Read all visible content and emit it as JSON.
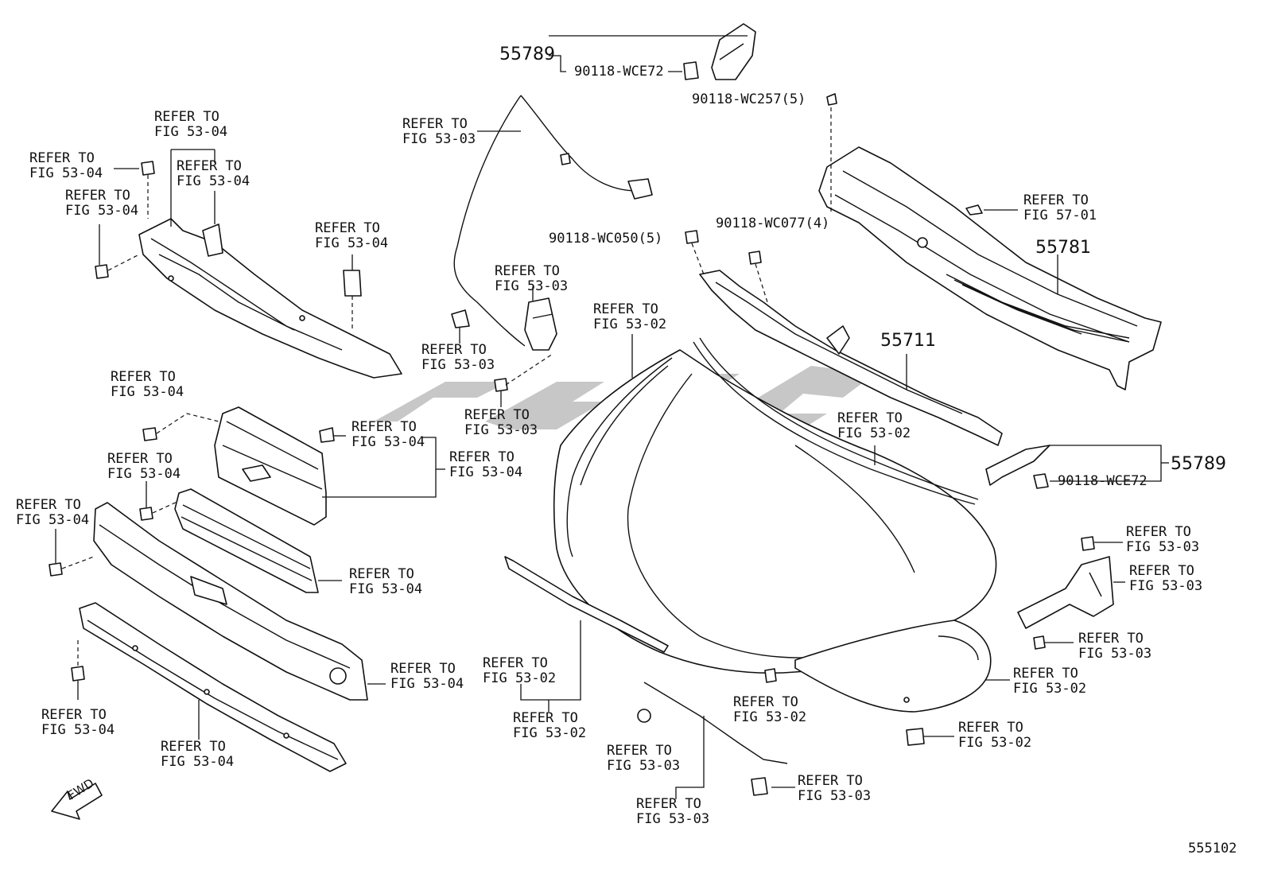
{
  "diagram_id": "555102",
  "fwd_label": "FWD",
  "parts": {
    "p55789_top": "55789",
    "p55789_right": "55789",
    "p55781": "55781",
    "p55711": "55711",
    "clip_wce72_top": "90118-WCE72",
    "clip_wce72_right": "90118-WCE72",
    "clip_wc257": "90118-WC257(5)",
    "clip_wc050": "90118-WC050(5)",
    "clip_wc077": "90118-WC077(4)"
  },
  "refs": [
    {
      "id": "r01",
      "text": "REFER TO\nFIG 53-04"
    },
    {
      "id": "r02",
      "text": "REFER TO\nFIG 53-04"
    },
    {
      "id": "r03",
      "text": "REFER TO\nFIG 53-04"
    },
    {
      "id": "r04",
      "text": "REFER TO\nFIG 53-04"
    },
    {
      "id": "r05",
      "text": "REFER TO\nFIG 53-03"
    },
    {
      "id": "r06",
      "text": "REFER TO\nFIG 53-04"
    },
    {
      "id": "r07",
      "text": "REFER TO\nFIG 53-03"
    },
    {
      "id": "r08",
      "text": "REFER TO\nFIG 53-03"
    },
    {
      "id": "r09",
      "text": "REFER TO\nFIG 53-03"
    },
    {
      "id": "r10",
      "text": "REFER TO\nFIG 53-02"
    },
    {
      "id": "r11",
      "text": "REFER TO\nFIG 57-01"
    },
    {
      "id": "r12",
      "text": "REFER TO\nFIG 53-02"
    },
    {
      "id": "r13",
      "text": "REFER TO\nFIG 53-04"
    },
    {
      "id": "r14",
      "text": "REFER TO\nFIG 53-04"
    },
    {
      "id": "r15",
      "text": "REFER TO\nFIG 53-04"
    },
    {
      "id": "r16",
      "text": "REFER TO\nFIG 53-04"
    },
    {
      "id": "r17",
      "text": "REFER TO\nFIG 53-04"
    },
    {
      "id": "r18",
      "text": "REFER TO\nFIG 53-04"
    },
    {
      "id": "r19",
      "text": "REFER TO\nFIG 53-04"
    },
    {
      "id": "r20",
      "text": "REFER TO\nFIG 53-04"
    },
    {
      "id": "r21",
      "text": "REFER TO\nFIG 53-04"
    },
    {
      "id": "r22",
      "text": "REFER TO\nFIG 53-03"
    },
    {
      "id": "r23",
      "text": "REFER TO\nFIG 53-03"
    },
    {
      "id": "r24",
      "text": "REFER TO\nFIG 53-03"
    },
    {
      "id": "r25",
      "text": "REFER TO\nFIG 53-02"
    },
    {
      "id": "r26",
      "text": "REFER TO\nFIG 53-02"
    },
    {
      "id": "r27",
      "text": "REFER TO\nFIG 53-02"
    },
    {
      "id": "r28",
      "text": "REFER TO\nFIG 53-02"
    },
    {
      "id": "r29",
      "text": "REFER TO\nFIG 53-02"
    },
    {
      "id": "r30",
      "text": "REFER TO\nFIG 53-03"
    },
    {
      "id": "r31",
      "text": "REFER TO\nFIG 53-03"
    },
    {
      "id": "r32",
      "text": "REFER TO\nFIG 53-03"
    }
  ]
}
